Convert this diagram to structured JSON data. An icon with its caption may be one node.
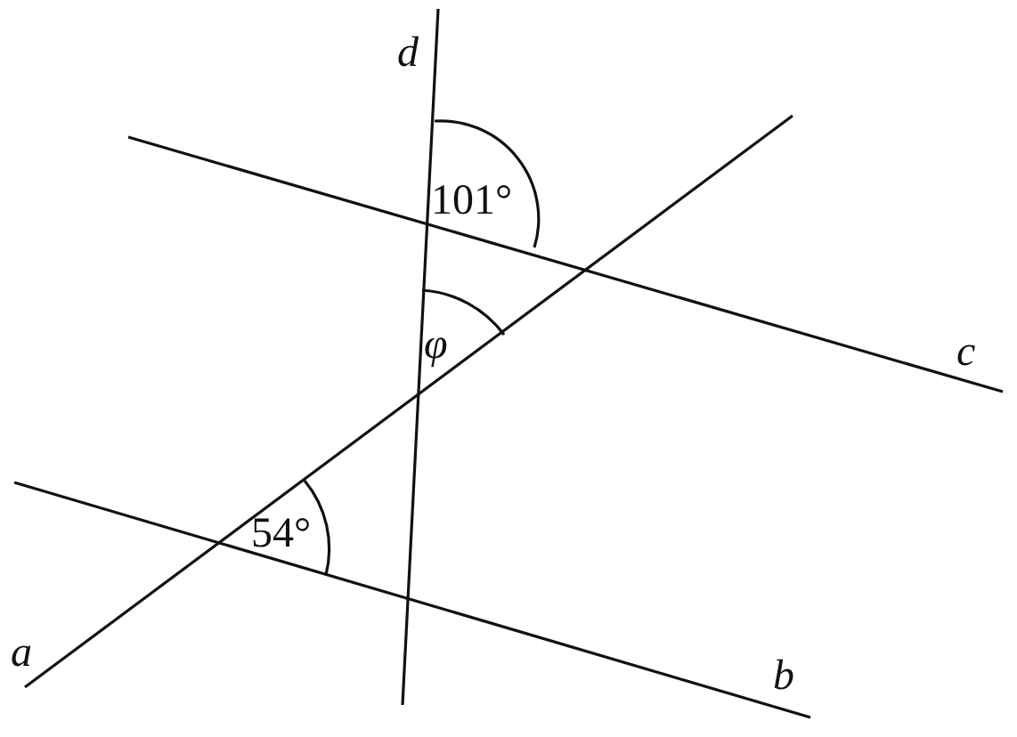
{
  "diagram": {
    "labels": [
      "d",
      "101°",
      "φ",
      "c",
      "54°",
      "a",
      "b"
    ]
  }
}
